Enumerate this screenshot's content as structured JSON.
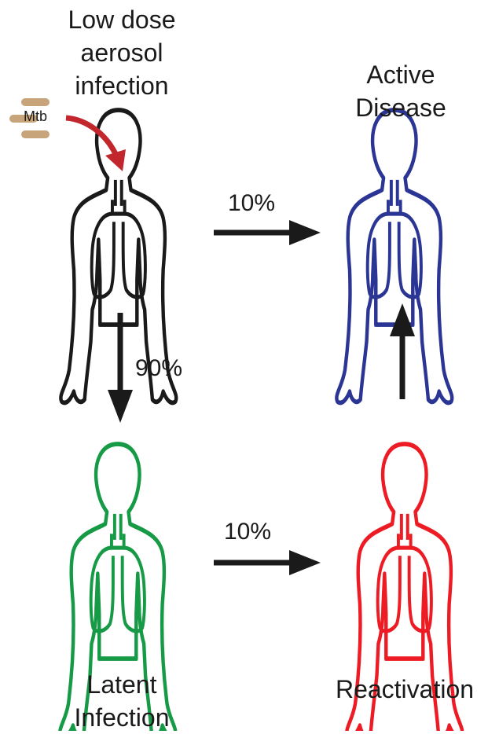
{
  "labels": {
    "start": [
      "Low dose",
      "aerosol",
      "infection"
    ],
    "active": [
      "Active",
      "Disease"
    ],
    "latent": [
      "Latent",
      "Infection"
    ],
    "reactivation": "Reactivation",
    "mtb": "Mtb"
  },
  "transitions": {
    "start_to_active": "10%",
    "start_to_latent": "90%",
    "latent_to_reactivation": "10%"
  },
  "colors": {
    "start": "#1a1a1a",
    "active": "#2b3594",
    "latent": "#169a46",
    "reactivation": "#ed1c24",
    "mtb_arrow": "#c1272d",
    "bacteria": "#c8a47a",
    "arrows": "#1a1a1a"
  }
}
